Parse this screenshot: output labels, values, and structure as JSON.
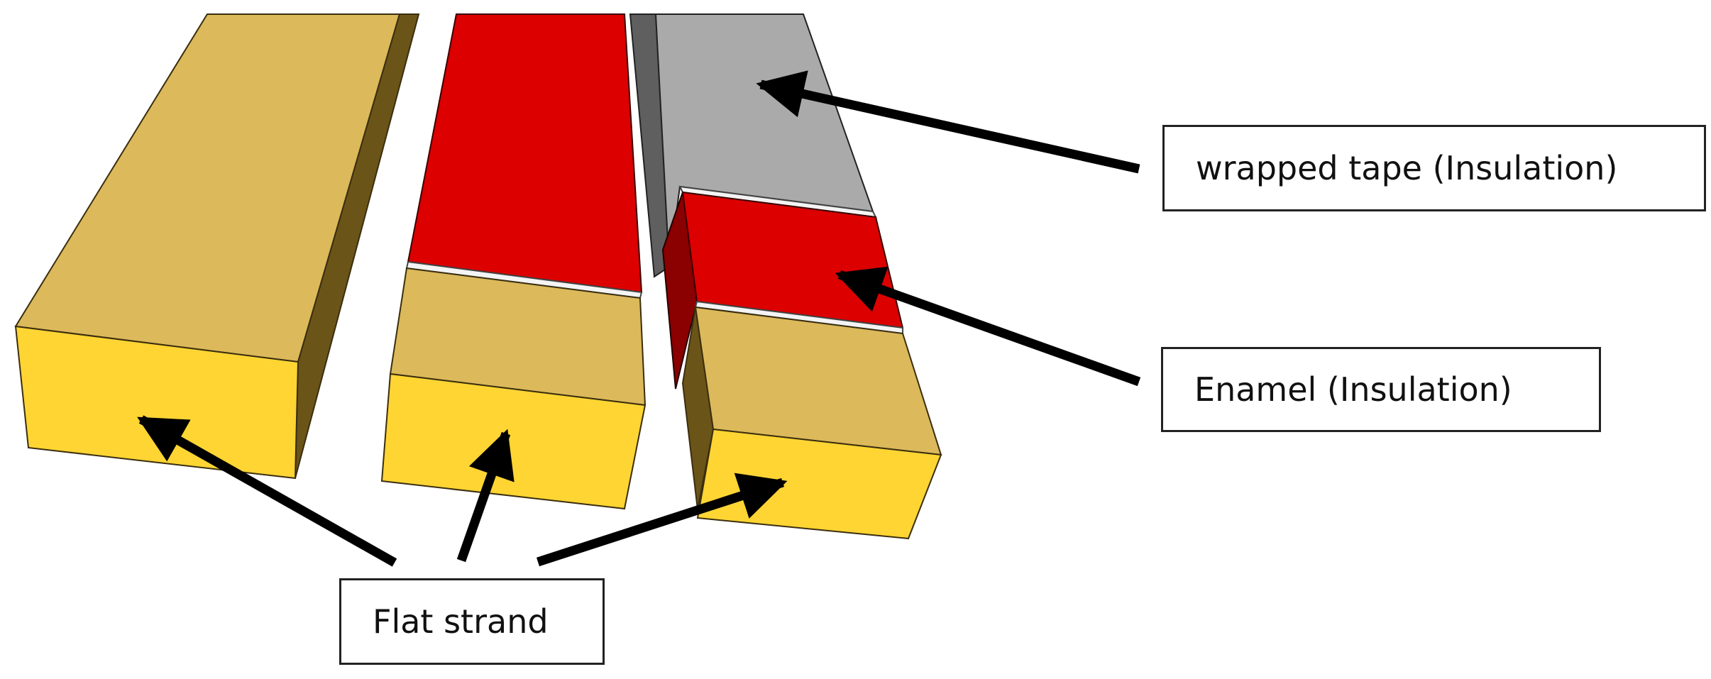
{
  "labels": {
    "wrapped_tape": "wrapped tape (Insulation)",
    "enamel": "Enamel (Insulation)",
    "flat_strand": "Flat strand"
  },
  "colors": {
    "strand_front": "#ffd533",
    "strand_top": "#dcb95a",
    "strand_side": "#6b5417",
    "enamel_red": "#dc0000",
    "enamel_dark": "#8b0000",
    "tape_top": "#aaaaaa",
    "tape_side": "#5f5f5f",
    "arrow": "#000000"
  }
}
